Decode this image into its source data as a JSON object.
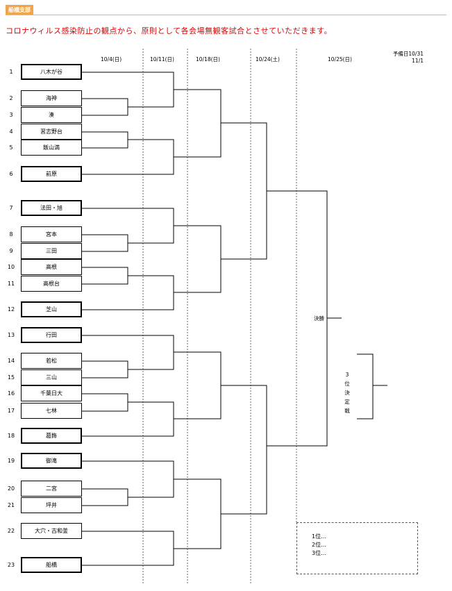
{
  "tag": "船橋支部",
  "notice": "コロナウィルス感染防止の観点から、原則として各会場無観客試合とさせていただきます。",
  "headers": {
    "d1": "10/4(日)",
    "d2": "10/11(日)",
    "d3": "10/18(日)",
    "d4": "10/24(土)",
    "d5": "10/25(日)",
    "reserve1": "予備日10/31",
    "reserve2": "11/1"
  },
  "teams": [
    {
      "num": "1",
      "name": "八木が谷"
    },
    {
      "num": "2",
      "name": "海神"
    },
    {
      "num": "3",
      "name": "湊"
    },
    {
      "num": "4",
      "name": "習志野台"
    },
    {
      "num": "5",
      "name": "飯山満"
    },
    {
      "num": "6",
      "name": "前原"
    },
    {
      "num": "7",
      "name": "法田・旭"
    },
    {
      "num": "8",
      "name": "宮本"
    },
    {
      "num": "9",
      "name": "三田"
    },
    {
      "num": "10",
      "name": "高根"
    },
    {
      "num": "11",
      "name": "高根台"
    },
    {
      "num": "12",
      "name": "芝山"
    },
    {
      "num": "13",
      "name": "行田"
    },
    {
      "num": "14",
      "name": "若松"
    },
    {
      "num": "15",
      "name": "三山"
    },
    {
      "num": "16",
      "name": "千葉日大"
    },
    {
      "num": "17",
      "name": "七林"
    },
    {
      "num": "18",
      "name": "葛飾"
    },
    {
      "num": "19",
      "name": "御滝"
    },
    {
      "num": "20",
      "name": "二宮"
    },
    {
      "num": "21",
      "name": "坪井"
    },
    {
      "num": "22",
      "name": "大穴・古和釜"
    },
    {
      "num": "23",
      "name": "船橋"
    }
  ],
  "final_label": "決勝",
  "third_place": [
    "3",
    "位",
    "決",
    "定",
    "戦"
  ],
  "results": [
    "1位…",
    "2位…",
    "3位…"
  ]
}
